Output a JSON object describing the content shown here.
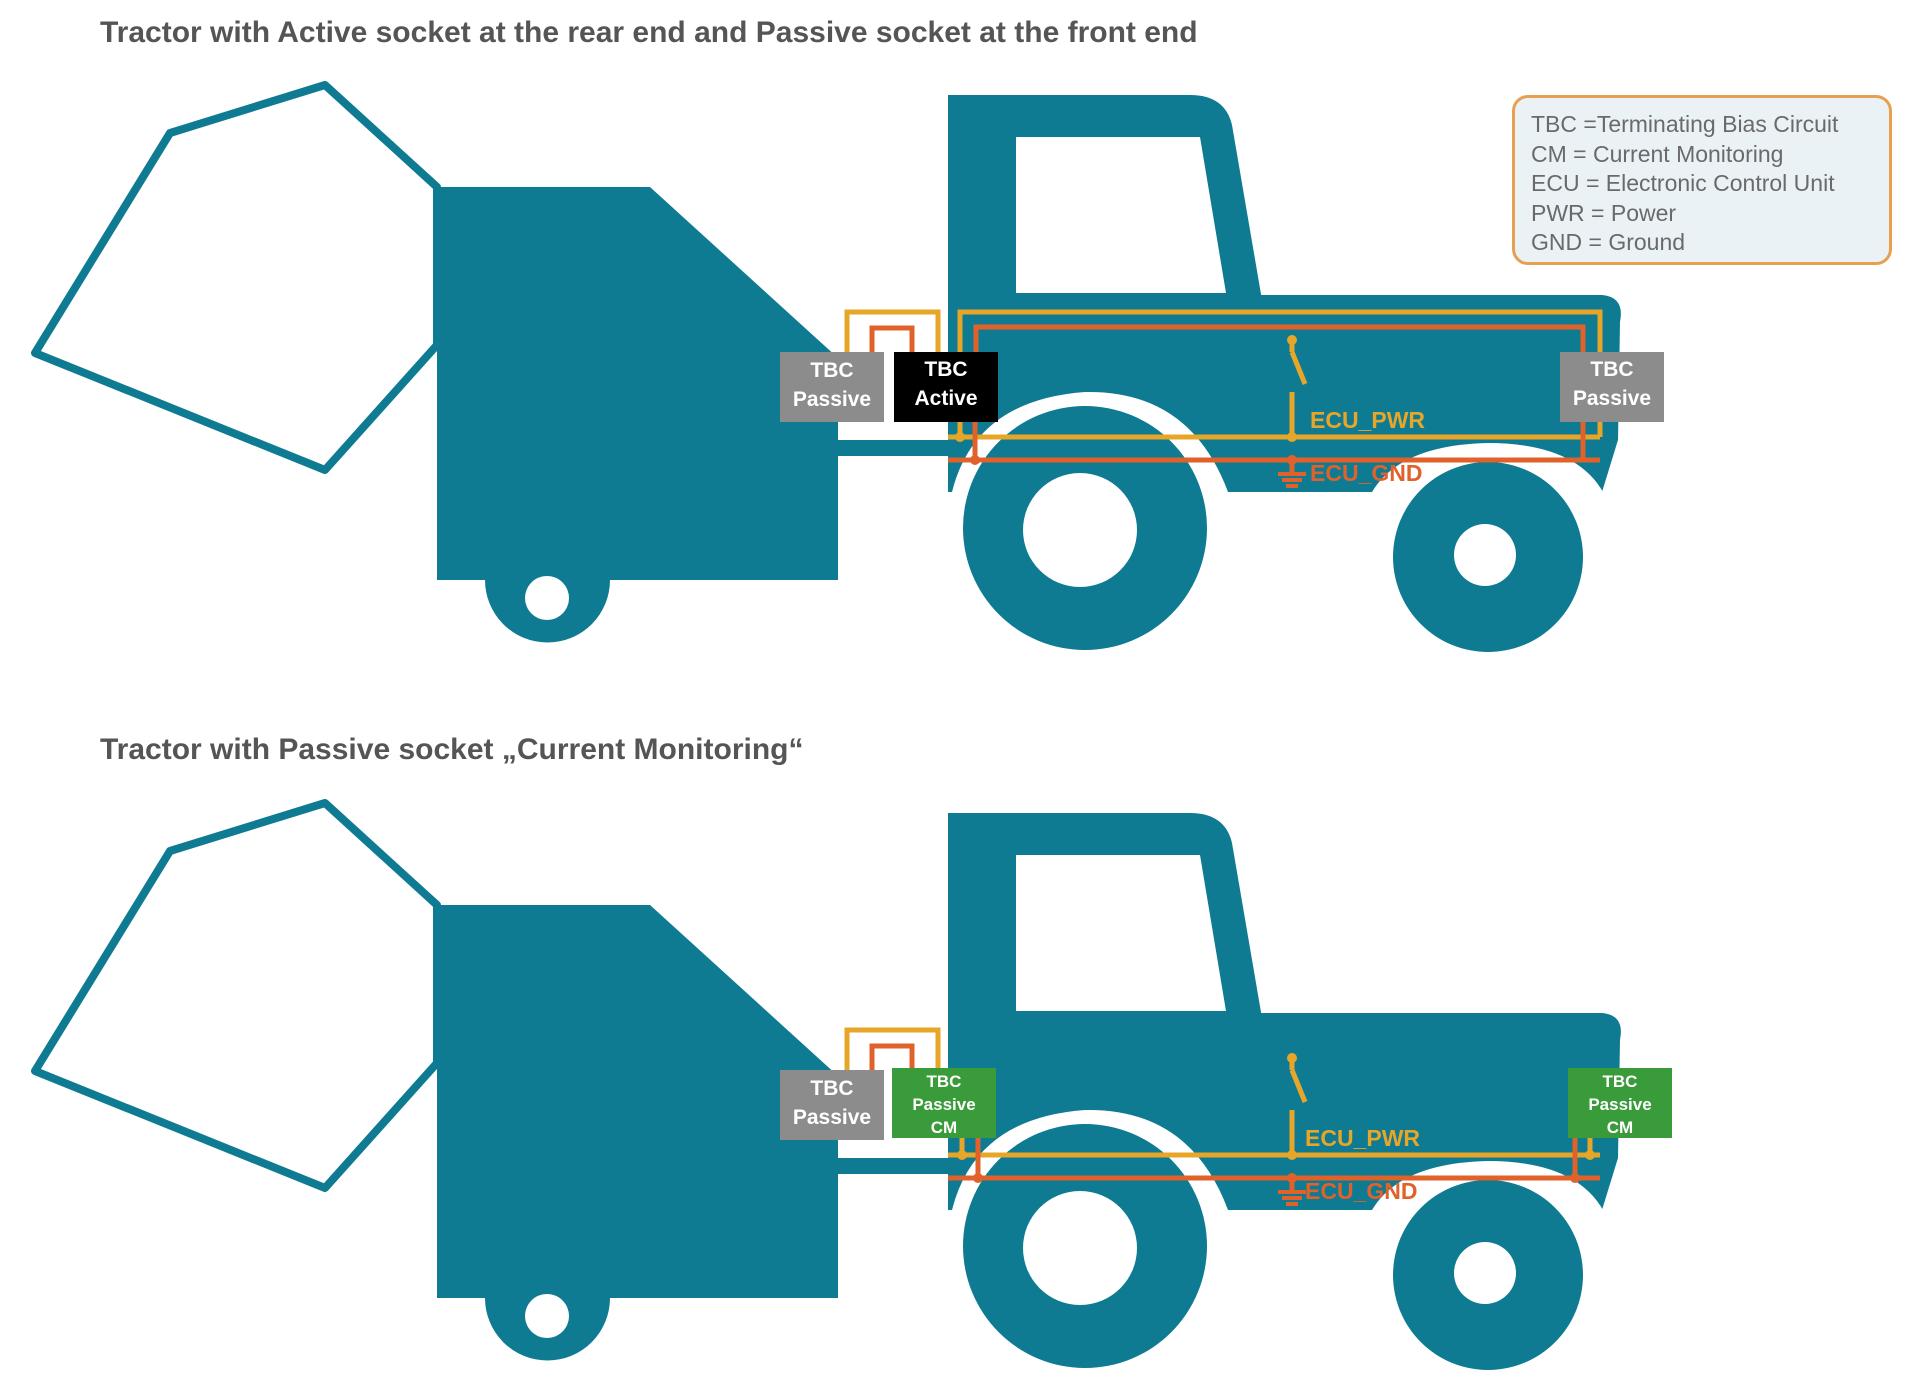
{
  "titles": {
    "top": "Tractor with Active socket at the rear end and Passive socket at the front end",
    "bottom": "Tractor with Passive socket „Current Monitoring“"
  },
  "legend": [
    "TBC =Terminating Bias Circuit",
    "CM = Current Monitoring",
    "ECU = Electronic Control Unit",
    "PWR = Power",
    "GND = Ground"
  ],
  "top_diagram": {
    "implement_socket": [
      "TBC",
      "Passive"
    ],
    "rear_socket": [
      "TBC",
      "Active"
    ],
    "front_socket": [
      "TBC",
      "Passive"
    ],
    "pwr_label": "ECU_PWR",
    "gnd_label": "ECU_GND"
  },
  "bottom_diagram": {
    "implement_socket": [
      "TBC",
      "Passive"
    ],
    "rear_socket": [
      "TBC",
      "Passive",
      "CM"
    ],
    "front_socket": [
      "TBC",
      "Passive",
      "CM"
    ],
    "pwr_label": "ECU_PWR",
    "gnd_label": "ECU_GND"
  },
  "colors": {
    "vehicle": "#0e7b93",
    "pwr_wire": "#e8a628",
    "gnd_wire": "#e0622a",
    "passive_box": "#8c8c8c",
    "active_box": "#000000",
    "cm_box": "#3a9b3a",
    "legend_border": "#e8a050",
    "legend_bg": "#eaf2f6",
    "title_text": "#555555"
  }
}
